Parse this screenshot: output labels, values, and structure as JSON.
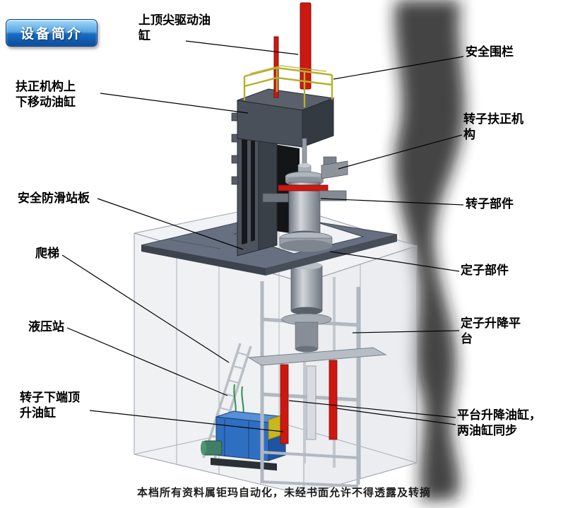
{
  "badge": {
    "label": "设备简介"
  },
  "labels": {
    "top_cylinder": "上顶尖驱动油\n缸",
    "safety_fence": "安全围栏",
    "centering_updown": "扶正机构上\n下移动油缸",
    "rotor_centering": "转子扶正机\n构",
    "antislip_plate": "安全防滑站板",
    "rotor_part": "转子部件",
    "ladder": "爬梯",
    "stator_part": "定子部件",
    "hydraulic_station": "液压站",
    "stator_lift_platform": "定子升降平\n台",
    "rotor_jack_cylinder": "转子下端顶\n升油缸",
    "platform_lift_cylinders": "平台升降油缸，\n两油缸同步"
  },
  "footer": {
    "text": "本档所有资料属钜玛自动化，未经书面允许不得透露及转摘"
  },
  "colors": {
    "cylinder_red": "#cc1810",
    "hydraulic_blue": "#2f6fc1",
    "railing_yellow": "#b5b02e",
    "platform_gray": "#667080",
    "badge_blue": "#1668bd"
  }
}
